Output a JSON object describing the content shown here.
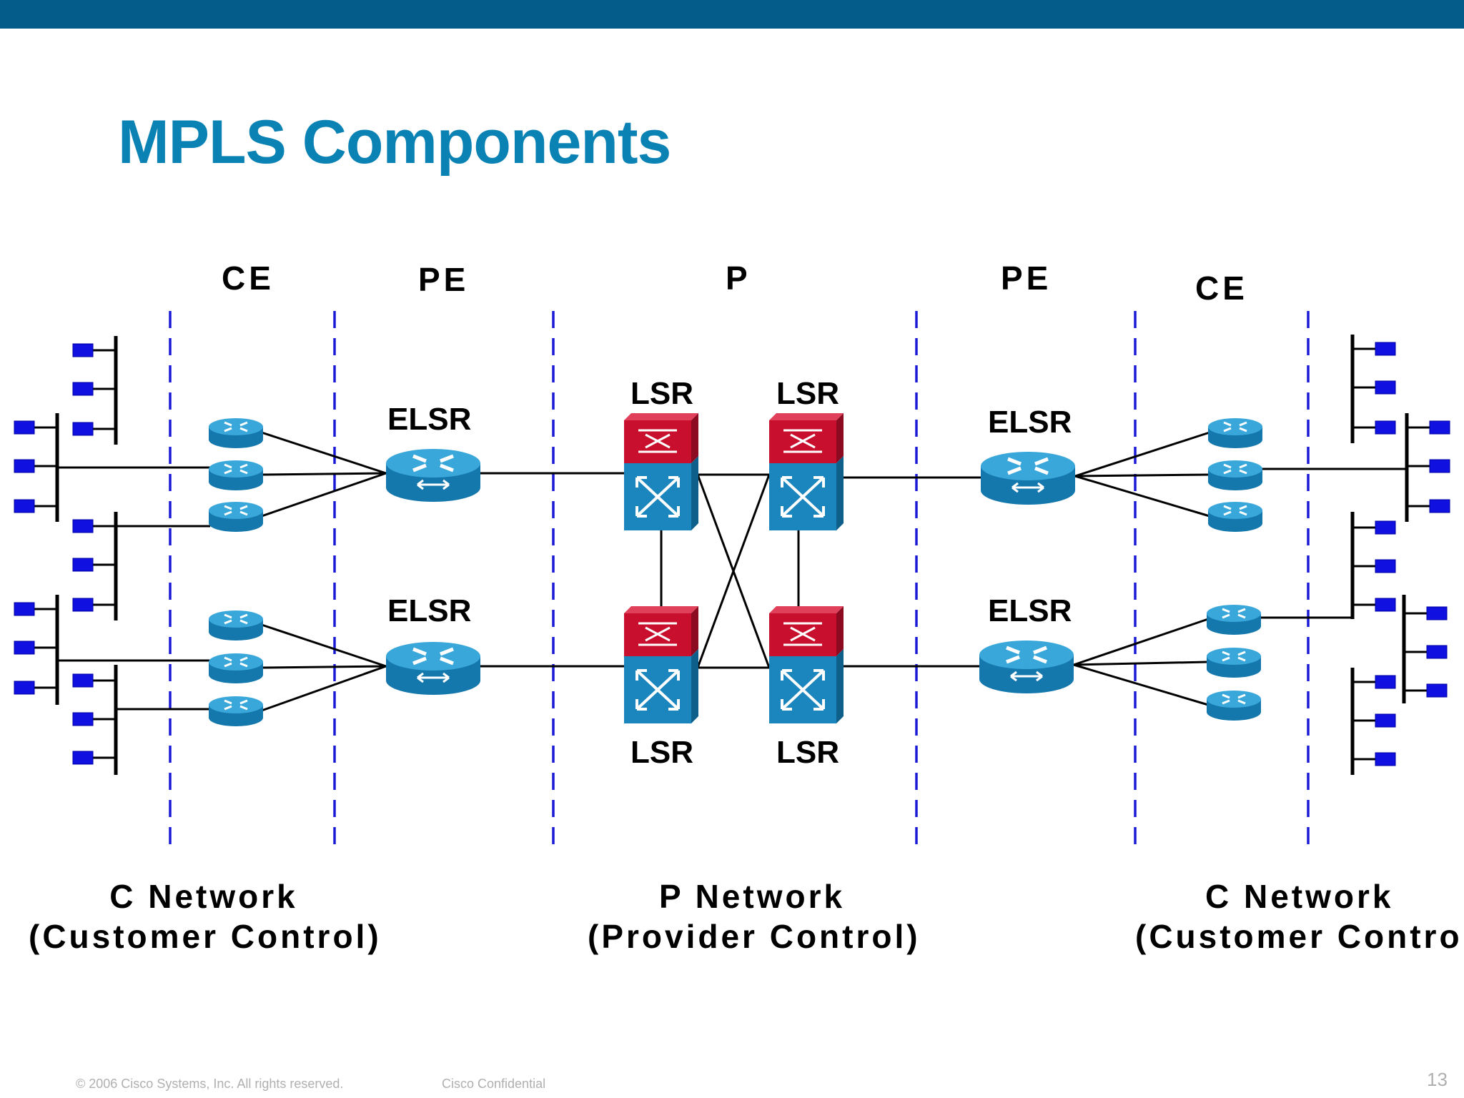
{
  "title": "MPLS Components",
  "colors": {
    "header_bar": "#045c8a",
    "title": "#0b82b4",
    "divider": "#1a1ad6",
    "router_body": "#1b86be",
    "router_top": "#3aa7da",
    "lsr_top": "#c8102e",
    "lsr_body": "#1b86be",
    "host": "#1010e0",
    "link": "#000000"
  },
  "zones": {
    "ce_left": "CE",
    "pe_left": "PE",
    "p": "P",
    "pe_right": "PE",
    "ce_right": "CE"
  },
  "devices": {
    "elsr_top_left": "ELSR",
    "elsr_bottom_left": "ELSR",
    "elsr_top_right": "ELSR",
    "elsr_bottom_right": "ELSR",
    "lsr_top_1": "LSR",
    "lsr_top_2": "LSR",
    "lsr_bottom_1": "LSR",
    "lsr_bottom_2": "LSR"
  },
  "networks": {
    "left": {
      "name": "C Network",
      "control": "(Customer Control)"
    },
    "middle": {
      "name": "P Network",
      "control": "(Provider Control)"
    },
    "right": {
      "name": "C Network",
      "control": "(Customer Control)"
    }
  },
  "footer": {
    "copyright": "© 2006 Cisco Systems, Inc. All rights reserved.",
    "confidential": "Cisco Confidential",
    "page_number": "13"
  },
  "icons": {
    "ce_router": "router-icon",
    "pe_router": "edge-router-icon",
    "core": "atm-switch-router-icon",
    "host": "workstation-icon"
  }
}
